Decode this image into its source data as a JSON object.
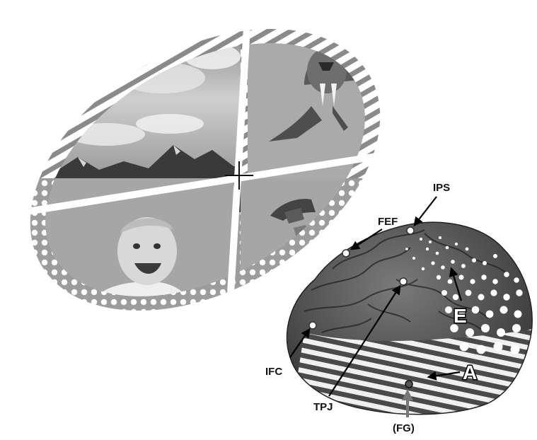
{
  "figure": {
    "quadrants": [
      {
        "content": "mountain landscape under cloudy sky"
      },
      {
        "content": "saber-toothed cat"
      },
      {
        "content": "smiling baby"
      },
      {
        "content": "hammer"
      }
    ],
    "brain_labels": {
      "ips": "IPS",
      "fef": "FEF",
      "tpj": "TPJ",
      "ifc": "IFC",
      "fg": "(FG)",
      "e": "E",
      "a": "A"
    }
  }
}
